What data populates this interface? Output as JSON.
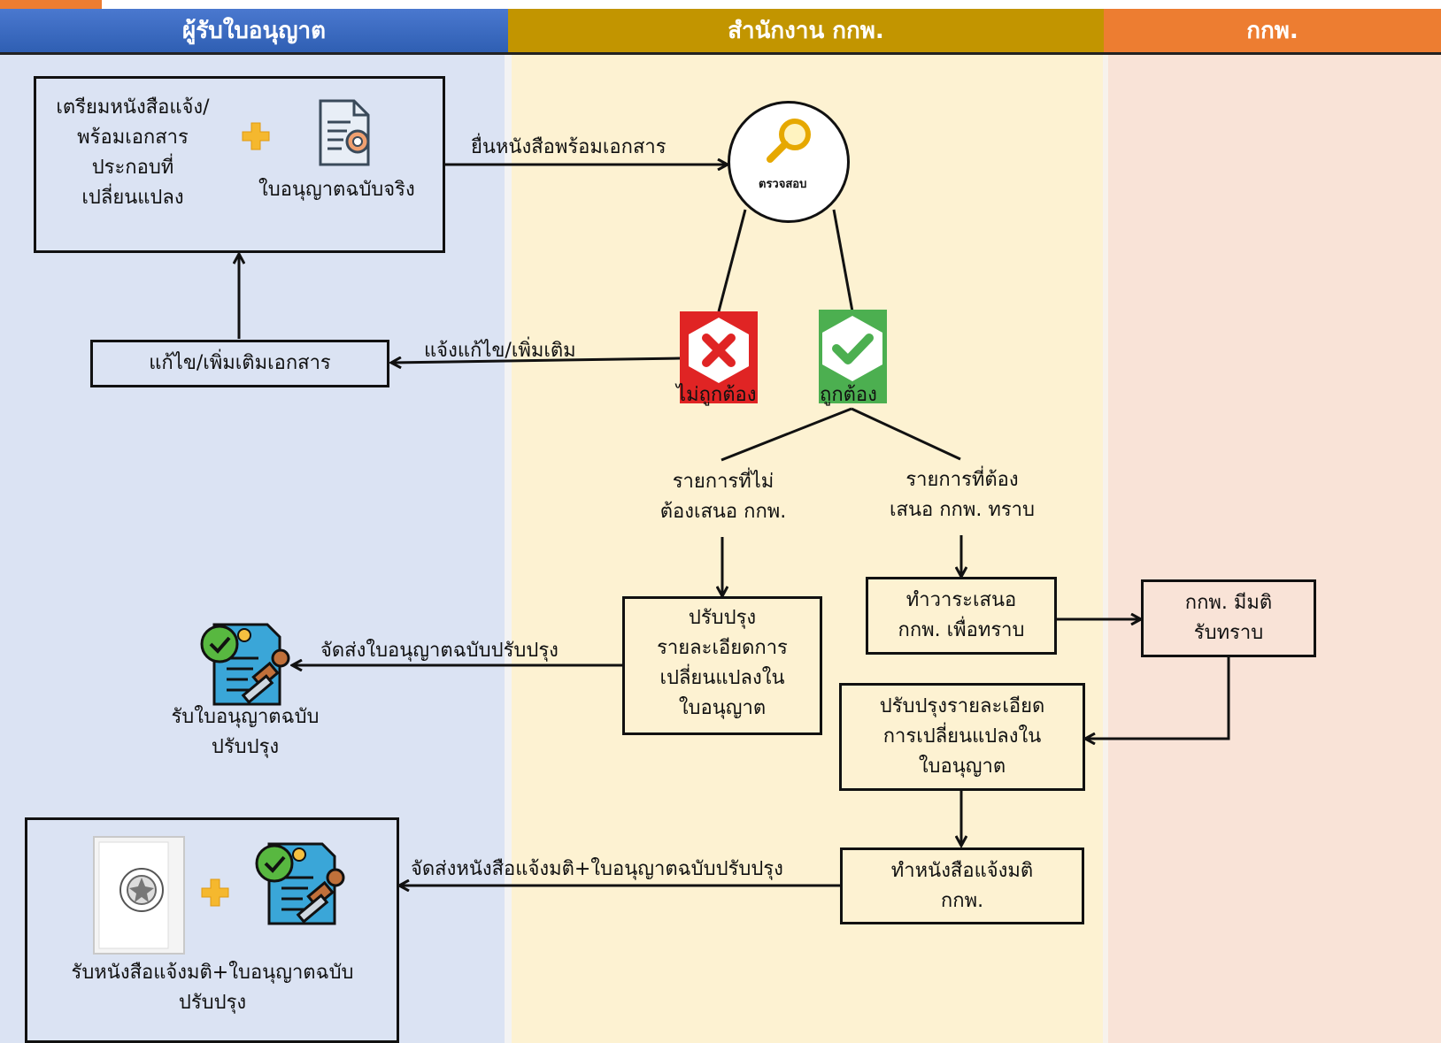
{
  "lanes": {
    "licensee": "ผู้รับใบอนุญาต",
    "office": "สำนักงาน กกพ.",
    "commission": "กกพ."
  },
  "nodes": {
    "prepare_docs": "เตรียมหนังสือแจ้ง/\nพร้อมเอกสาร\nประกอบที่\nเปลี่ยนแปลง",
    "original_license": "ใบอนุญาตฉบับจริง",
    "check_label": "ตรวจสอบ",
    "fix_docs": "แก้ไข/เพิ่มเติมเอกสาร",
    "incorrect": "ไม่ถูกต้อง",
    "correct": "ถูกต้อง",
    "not_propose": "รายการที่ไม่\nต้องเสนอ กกพ.",
    "propose": "รายการที่ต้อง\nเสนอ กกพ. ทราบ",
    "update_details_a": "ปรับปรุง\nรายละเอียดการ\nเปลี่ยนแปลงใน\nใบอนุญาต",
    "agenda": "ทำวาระเสนอ\nกกพ. เพื่อทราบ",
    "commission_ack": "กกพ. มีมติ\nรับทราบ",
    "update_details_b": "ปรับปรุงรายละเอียด\nการเปลี่ยนแปลงใน\nใบอนุญาต",
    "notify_letter": "ทำหนังสือแจ้งมติ\nกกพ.",
    "receive_updated": "รับใบอนุญาตฉบับ\nปรับปรุง",
    "receive_final": "รับหนังสือแจ้งมติ+ใบอนุญาตฉบับ\nปรับปรุง"
  },
  "edges": {
    "submit": "ยื่นหนังสือพร้อมเอกสาร",
    "notify_fix": "แจ้งแก้ไข/เพิ่มเติม",
    "send_updated": "จัดส่งใบอนุญาตฉบับปรับปรุง",
    "send_final": "จัดส่งหนังสือแจ้งมติ+ใบอนุญาตฉบับปรับปรุง"
  },
  "colors": {
    "licensee_header": "#2f5fb3",
    "office_header": "#c29500",
    "commission_header": "#ed7d31",
    "licensee_bg": "#dbe3f3",
    "office_bg": "#fdf2d2",
    "commission_bg": "#f9e3d7",
    "incorrect": "#e02424",
    "correct": "#4caf50",
    "plus": "#f5b82e"
  },
  "icons": [
    "document-certificate-icon",
    "magnifier-icon",
    "cross-hexagon-icon",
    "check-hexagon-icon",
    "approved-document-stamp-icon",
    "official-letter-seal-icon",
    "plus-icon"
  ]
}
